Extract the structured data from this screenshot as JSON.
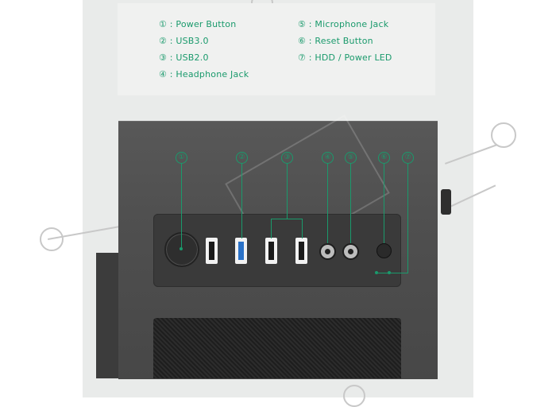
{
  "legend": {
    "items": [
      {
        "marker": "①",
        "label": "Power Button"
      },
      {
        "marker": "②",
        "label": "USB3.0"
      },
      {
        "marker": "③",
        "label": "USB2.0"
      },
      {
        "marker": "④",
        "label": "Headphone Jack"
      },
      {
        "marker": "⑤",
        "label": "Microphone Jack"
      },
      {
        "marker": "⑥",
        "label": "Reset Button"
      },
      {
        "marker": "⑦",
        "label": "HDD / Power LED"
      }
    ]
  },
  "callouts": [
    "①",
    "②",
    "③",
    "④",
    "⑤",
    "⑥",
    "⑦"
  ],
  "colors": {
    "accent": "#1a9a6c",
    "case": "#4f4f4f",
    "panel": "#3a3a3a",
    "usb3": "#2a72c8"
  }
}
